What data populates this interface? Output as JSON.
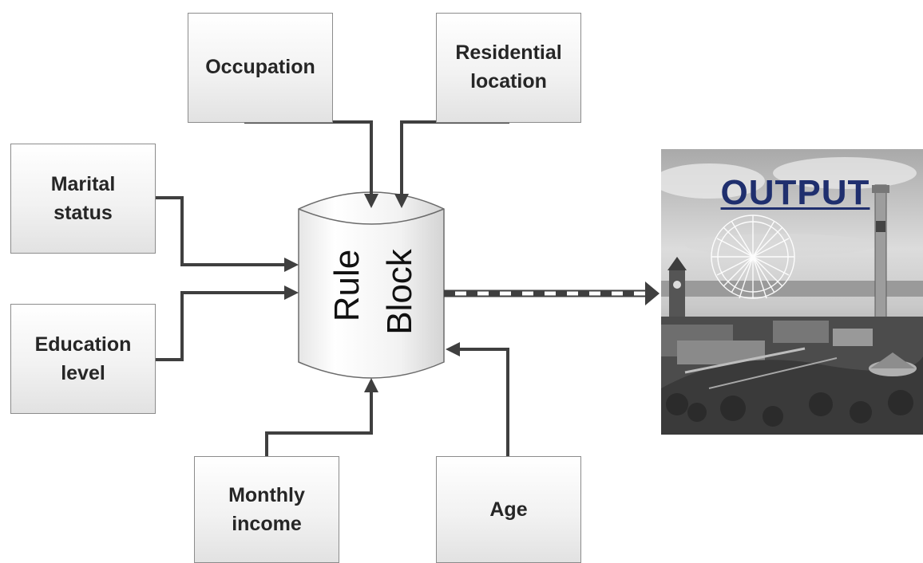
{
  "inputs": {
    "occupation": "Occupation",
    "residential_location": "Residential\nlocation",
    "marital_status": "Marital\nstatus",
    "education_level": "Education\nlevel",
    "monthly_income": "Monthly\nincome",
    "age": "Age"
  },
  "rule_block": {
    "line1": "Rule",
    "line2": "Block"
  },
  "output": {
    "label": "OUTPUT",
    "image": "amusement-park-photo"
  },
  "colors": {
    "arrow": "#3f3f3f",
    "output_text": "#1f2f6e",
    "box_border": "#8c8c8c"
  }
}
